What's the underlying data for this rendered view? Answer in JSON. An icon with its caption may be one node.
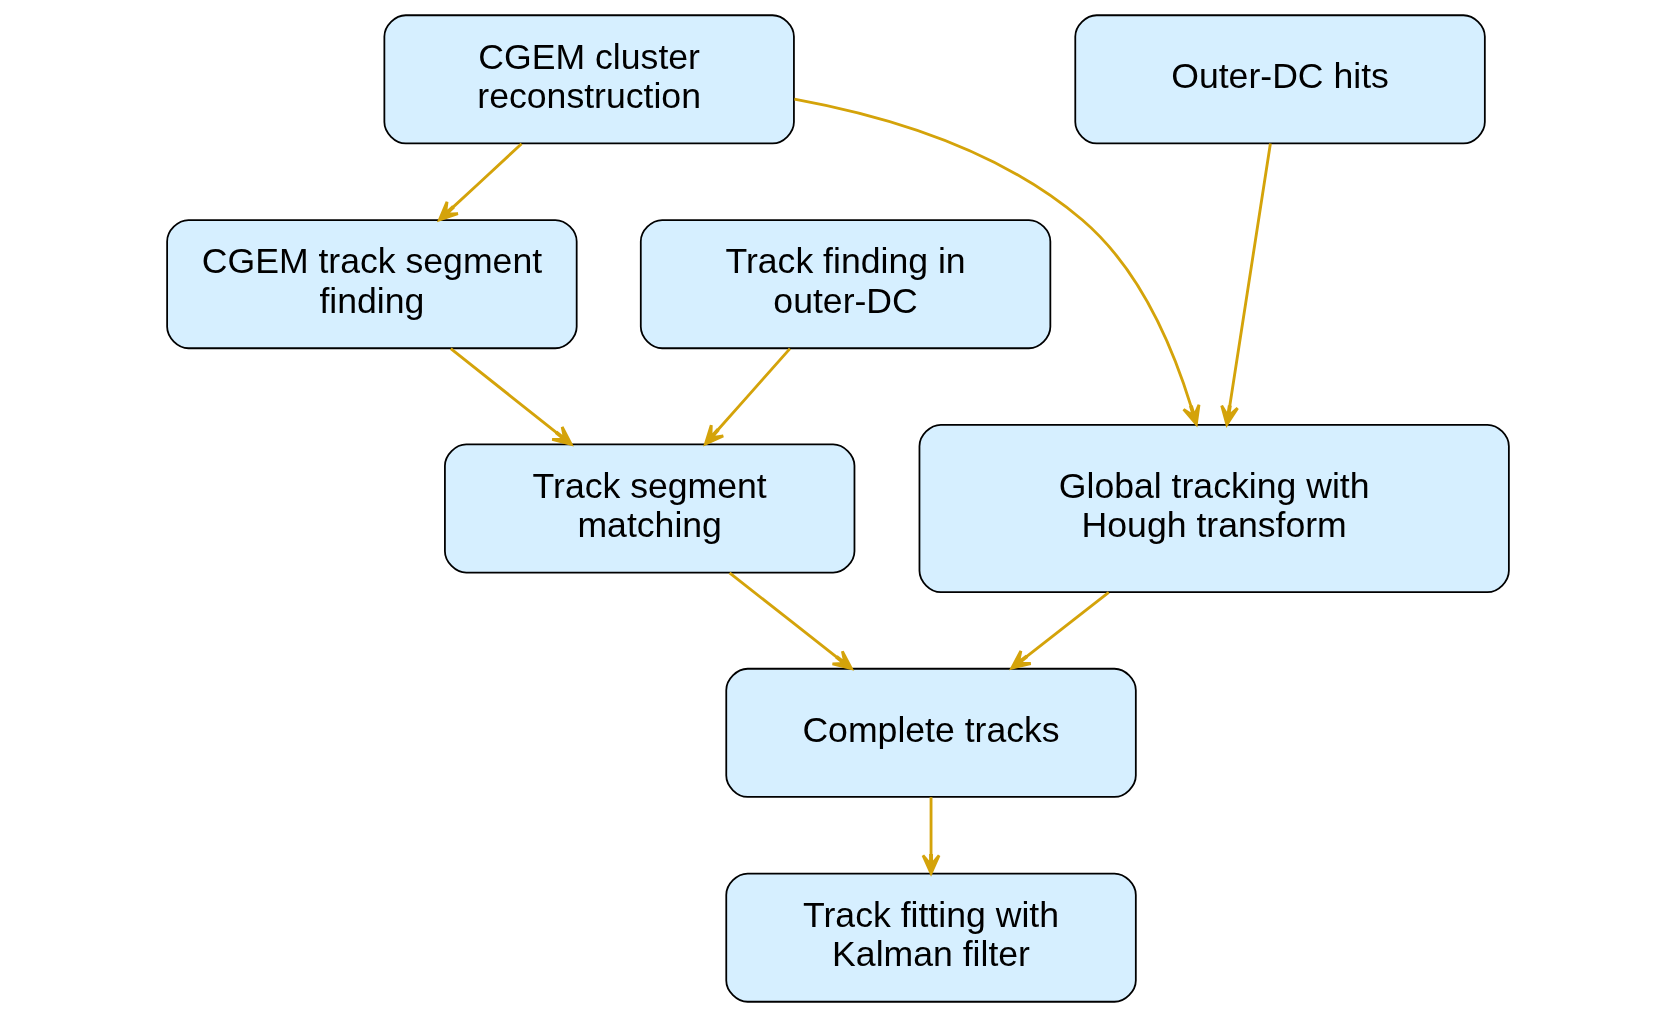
{
  "diagram": {
    "nodes": [
      {
        "text": [
          "CGEM cluster reconstruction"
        ]
      },
      {
        "text": [
          "Outer-DC hits"
        ]
      },
      {
        "text": [
          "Track finding in outer-DC"
        ]
      },
      {
        "text": [
          "CGEM track segment finding"
        ]
      },
      {
        "text": [
          "Global tracking with Hough transform"
        ]
      },
      {
        "text": [
          "Track segment matching"
        ]
      },
      {
        "text": [
          "Complete tracks"
        ]
      },
      {
        "text": [
          "Track fitting with Kalman filter"
        ]
      }
    ],
    "edges": [
      {
        "from": 0,
        "to": 3,
        "arrow": "to"
      },
      {
        "from": 0,
        "to": 4,
        "arrow": "to"
      },
      {
        "from": 1,
        "to": 4,
        "arrow": "to"
      },
      {
        "from": 2,
        "to": 5,
        "arrow": "to"
      },
      {
        "from": 3,
        "to": 5,
        "arrow": "to"
      },
      {
        "from": 5,
        "to": 6,
        "arrow": "to"
      },
      {
        "from": 4,
        "to": 6,
        "arrow": "to"
      },
      {
        "from": 6,
        "to": 7,
        "arrow": "to"
      }
    ]
  }
}
